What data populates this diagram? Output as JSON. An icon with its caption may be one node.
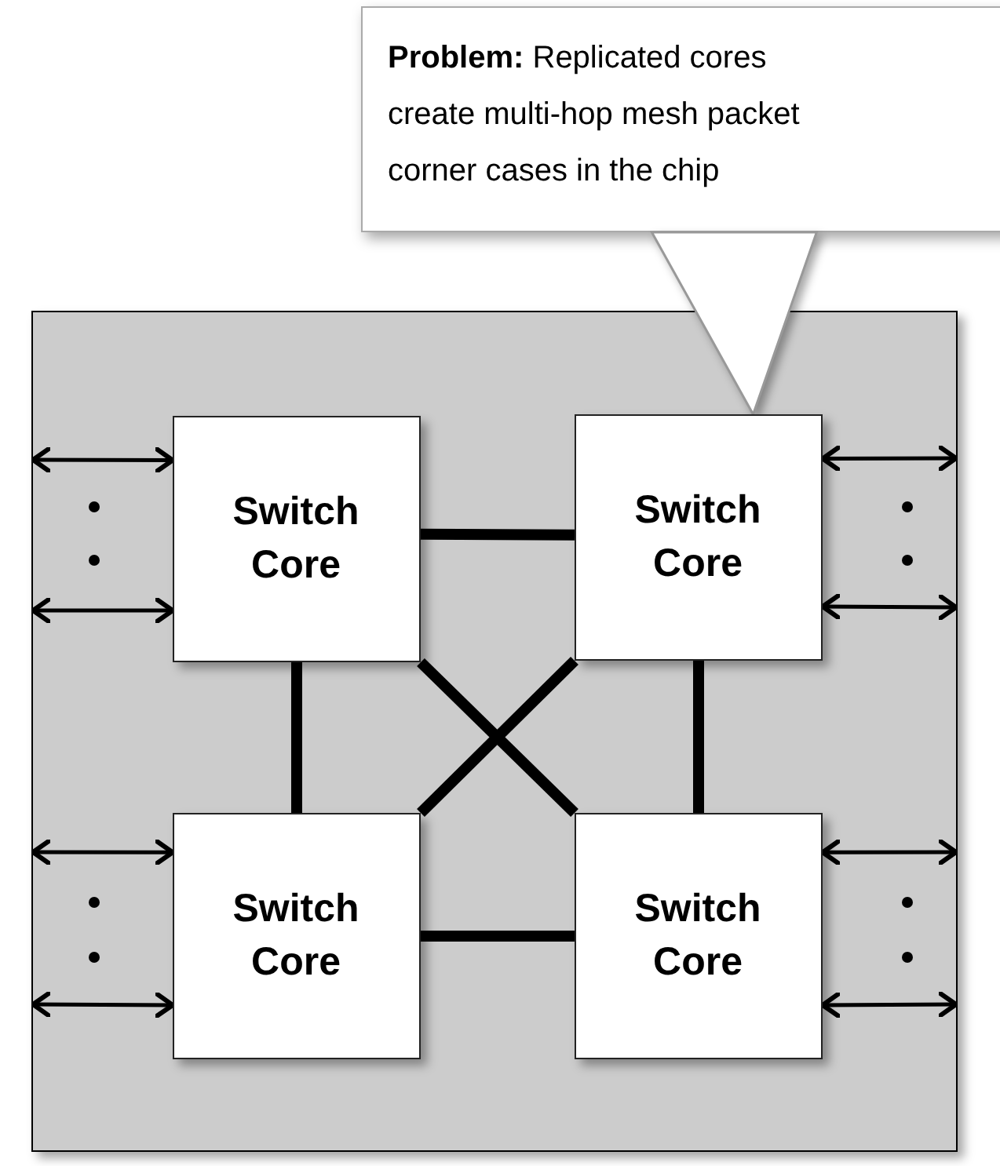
{
  "diagram": {
    "nodes": [
      {
        "text": [],
        "shape": "box"
      },
      {
        "text": [
          "Switch Core"
        ],
        "in": 0
      },
      {
        "text": [
          "Switch Core"
        ],
        "in": 0
      },
      {
        "text": [
          "Switch Core"
        ],
        "in": 0
      },
      {
        "text": [
          "Switch Core"
        ],
        "in": 0
      },
      {
        "text": [
          "**Problem:** Replicated cores create multi-hop mesh packet corner cases in the chip"
        ]
      }
    ],
    "edges": [
      {
        "from": 1,
        "to": 2,
        "arrow": "none",
        "style": "thick"
      },
      {
        "from": 1,
        "to": 3,
        "arrow": "none",
        "style": "thick"
      },
      {
        "from": 1,
        "to": 4,
        "arrow": "none",
        "style": "thick"
      },
      {
        "from": 2,
        "to": 3,
        "arrow": "none",
        "style": "thick"
      },
      {
        "from": 2,
        "to": 4,
        "arrow": "none",
        "style": "thick"
      },
      {
        "from": 3,
        "to": 4,
        "arrow": "none",
        "style": "thick"
      },
      {
        "from": null,
        "to": 1,
        "arrow": "both"
      },
      {
        "from": null,
        "to": 1,
        "arrow": "both"
      },
      {
        "from": null,
        "to": 2,
        "arrow": "both"
      },
      {
        "from": null,
        "to": 2,
        "arrow": "both"
      },
      {
        "from": null,
        "to": 3,
        "arrow": "both"
      },
      {
        "from": null,
        "to": 3,
        "arrow": "both"
      },
      {
        "from": null,
        "to": 4,
        "arrow": "both"
      },
      {
        "from": null,
        "to": 4,
        "arrow": "both"
      },
      {
        "from": 5,
        "to": 2,
        "arrow": "none"
      }
    ]
  }
}
